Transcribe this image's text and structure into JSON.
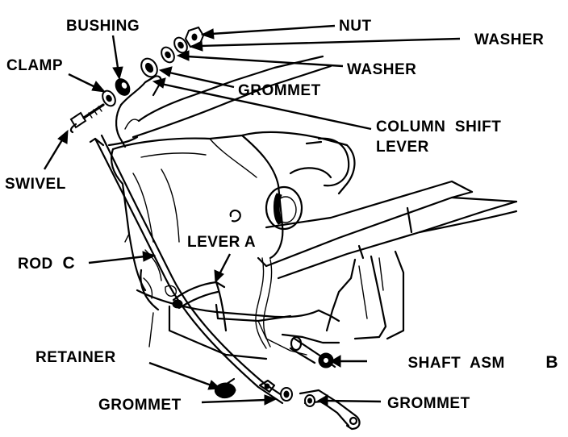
{
  "labels": {
    "nut": "NUT",
    "bushing": "BUSHING",
    "washer_1": "WASHER",
    "washer_2": "WASHER",
    "clamp": "CLAMP",
    "grommet_top": "GROMMET",
    "column_shift_lever_line1": "COLUMN  SHIFT",
    "column_shift_lever_line2": "LEVER",
    "swivel": "SWIVEL",
    "lever_a": "LEVER A",
    "rod_c_text": "ROD",
    "rod_c_letter": "C",
    "retainer": "RETAINER",
    "shaft_asm_text": "SHAFT  ASM",
    "shaft_asm_letter": "B",
    "grommet_bottom_left": "GROMMET",
    "grommet_bottom_right": "GROMMET"
  },
  "colors": {
    "ink": "#000000",
    "paper": "#ffffff"
  }
}
